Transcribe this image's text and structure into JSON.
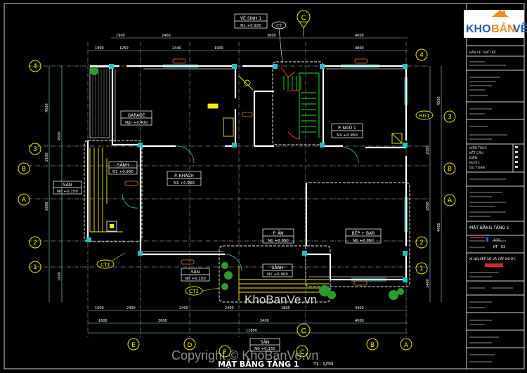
{
  "brand": {
    "name": "KHOBANVE",
    "color_blue": "#1e5fb4",
    "color_orange": "#f28c1a"
  },
  "watermark_center": "KhoBanVe.vn",
  "copyright": "Copyright © KhoBanVe.vn",
  "title": {
    "main": "MẶT BẰNG TẦNG 1",
    "scale": "TL: 1/50"
  },
  "section_markers": {
    "top": "C",
    "bottom": "C"
  },
  "axis_left": [
    "4",
    "3",
    "B",
    "A",
    "2",
    "1"
  ],
  "axis_right": [
    "4",
    "3",
    "B",
    "A",
    "2",
    "1"
  ],
  "axis_bottom": [
    "E",
    "D",
    "F",
    "C",
    "B",
    "A"
  ],
  "rooms": {
    "ve_sinh": {
      "name": "VỆ SINH 1",
      "level": "N1 +0.920"
    },
    "garage": {
      "name": "GARAGE",
      "level": "Ngr +0.400"
    },
    "sanh_top": {
      "name": "SẢNH",
      "level": "N1 +0.900"
    },
    "khach": {
      "name": "P. KHÁCH",
      "level": "N1 +0.950"
    },
    "ngu": {
      "name": "P. NGỦ 1",
      "level": "N1 +0.950"
    },
    "san_left": {
      "name": "SÂN",
      "level": "N0 +0.150"
    },
    "an": {
      "name": "P. ĂN",
      "level": "N1 +0.950"
    },
    "bep": {
      "name": "BẾP + BAR",
      "level": "N1 +0.950"
    },
    "sanh_bottom": {
      "name": "SẢNH",
      "level": "N1 +0.900"
    },
    "san_bottom": {
      "name": "SÂN",
      "level": "N0 +0.150"
    },
    "san_front": {
      "name": "SÂN",
      "level": "N0 +0.150"
    }
  },
  "tags": {
    "ct1": "CT1",
    "ct2": "CT2",
    "ct": "CT",
    "hg1": "HG1"
  },
  "dimensions": {
    "top_row1": [
      "1890",
      "1250",
      "2440",
      "1900",
      "4800"
    ],
    "top_row2": [
      "1900",
      "2400",
      "3600",
      "4000"
    ],
    "total": "12800",
    "bottom_row1": [
      "1600",
      "2400",
      "2400",
      "2400",
      "1800",
      "4400"
    ],
    "bottom_row2": [
      "1600",
      "3600",
      "2400",
      "4000"
    ],
    "left": [
      "4500",
      "2100",
      "2600",
      "4500",
      "1600"
    ],
    "right": [
      "4500",
      "2000",
      "2800",
      "4900",
      "1400"
    ]
  },
  "title_block": {
    "project": "BẢN VẼ THIẾT KẾ",
    "rows": [
      "KIẾN TRÚC",
      "KẾT CẤU",
      "ĐIỆN",
      "NƯỚC",
      "DỰ TOÁN"
    ],
    "company": "XÍ NGHIỆP XD VÀ CẤP NƯỚC",
    "sheet_title": "MẶT BẰNG TẦNG 1",
    "sheet_code": "KT - 02",
    "scale": "1/50"
  }
}
